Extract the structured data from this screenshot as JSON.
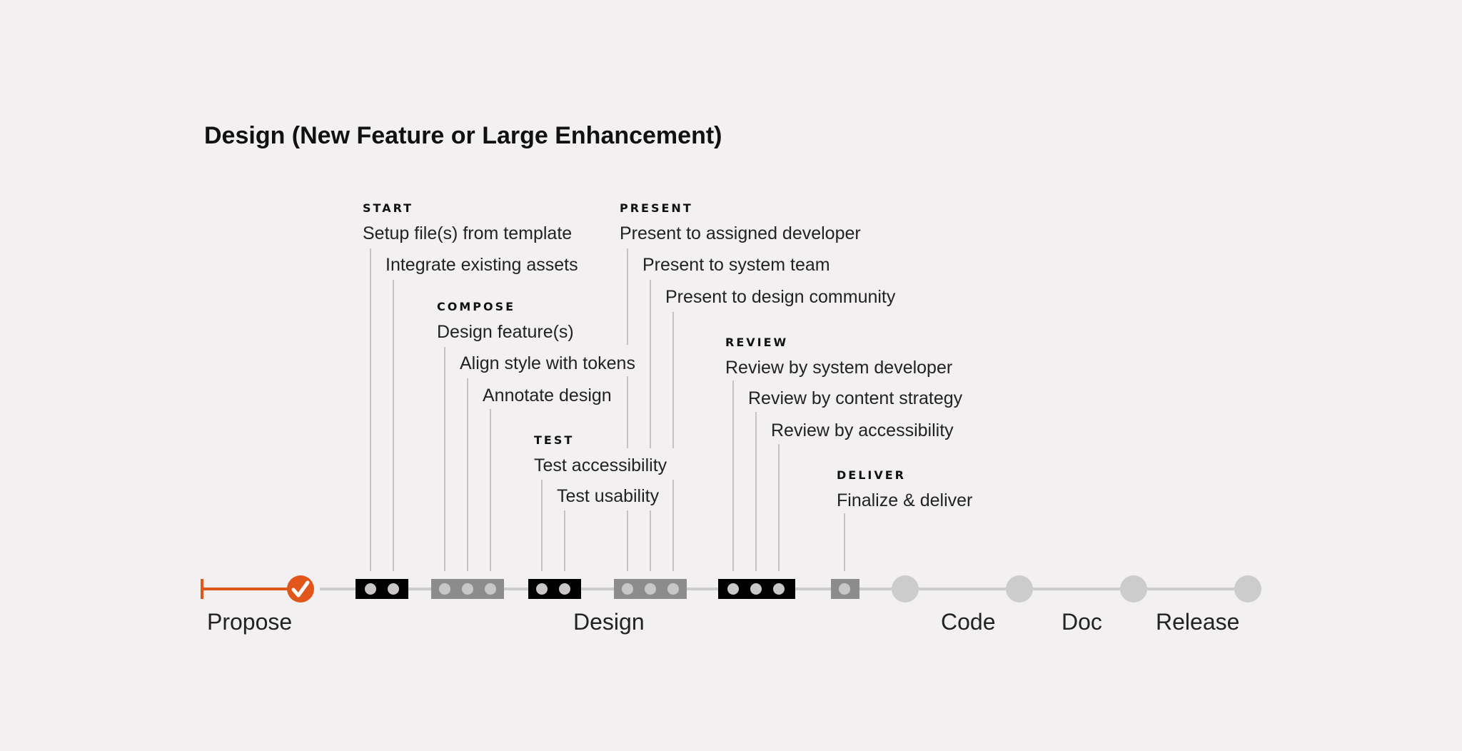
{
  "title": "Design (New Feature or Large Enhancement)",
  "colors": {
    "accent": "#e0561b",
    "dark_block": "#000000",
    "gray_block": "#8c8c8c",
    "track": "#cccccc",
    "connector": "#c4c2c3"
  },
  "groups": [
    {
      "id": "start",
      "label": "START",
      "tone": "dark",
      "tasks": [
        "Setup file(s) from template",
        "Integrate existing assets"
      ]
    },
    {
      "id": "compose",
      "label": "COMPOSE",
      "tone": "gray",
      "tasks": [
        "Design feature(s)",
        "Align style with tokens",
        "Annotate design"
      ]
    },
    {
      "id": "test",
      "label": "TEST",
      "tone": "dark",
      "tasks": [
        "Test accessibility",
        "Test usability"
      ]
    },
    {
      "id": "present",
      "label": "PRESENT",
      "tone": "gray",
      "tasks": [
        "Present to assigned developer",
        "Present to system team",
        "Present to design community"
      ]
    },
    {
      "id": "review",
      "label": "REVIEW",
      "tone": "dark",
      "tasks": [
        "Review by system developer",
        "Review by content strategy",
        "Review by accessibility"
      ]
    },
    {
      "id": "deliver",
      "label": "DELIVER",
      "tone": "gray",
      "tasks": [
        "Finalize & deliver"
      ]
    }
  ],
  "phases": [
    {
      "id": "propose",
      "label": "Propose",
      "status": "complete",
      "icon": "check-icon"
    },
    {
      "id": "design",
      "label": "Design",
      "status": "current"
    },
    {
      "id": "code",
      "label": "Code",
      "status": "upcoming"
    },
    {
      "id": "doc",
      "label": "Doc",
      "status": "upcoming"
    },
    {
      "id": "release",
      "label": "Release",
      "status": "upcoming"
    }
  ]
}
